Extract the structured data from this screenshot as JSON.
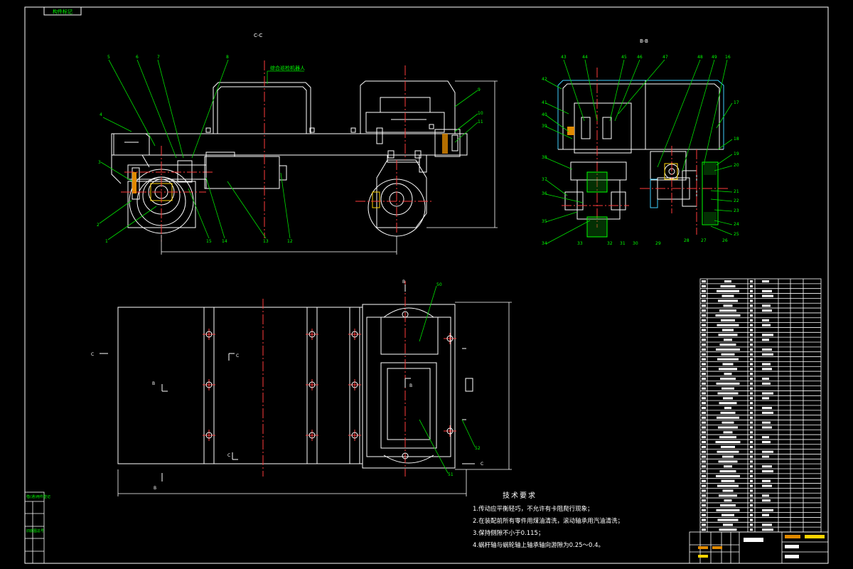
{
  "sheet": {
    "stamp_text": "构件标记",
    "view_cc_label": "C-C",
    "view_bb_label": "B-B",
    "callout_title": "综合巡检机器人",
    "section_marks": [
      "C",
      "C",
      "B",
      "B",
      "C",
      "B",
      "C",
      "B"
    ]
  },
  "cc_view_balloons": [
    "5",
    "6",
    "7",
    "8",
    "4",
    "3",
    "2",
    "1",
    "15",
    "14",
    "13",
    "12",
    "9",
    "10",
    "11"
  ],
  "bb_view_balloons": [
    "43",
    "44",
    "45",
    "46",
    "47",
    "48",
    "49",
    "16",
    "42",
    "41",
    "40",
    "39",
    "38",
    "37",
    "36",
    "35",
    "34",
    "33",
    "32",
    "31",
    "30",
    "29",
    "28",
    "27",
    "26",
    "25",
    "24",
    "23",
    "22",
    "21",
    "20",
    "19",
    "18",
    "17"
  ],
  "plan_view_balloons": [
    "50",
    "52",
    "51"
  ],
  "technical_requirements": {
    "title": "技术要求",
    "items": [
      "1.传动应平衡轻巧，不允许有卡阻爬行现象；",
      "2.在装配前所有零件用煤油清洗，滚动轴承用汽油清洗；",
      "3.保持侧隙不小于0.115；",
      "4.蜗杆轴与蜗轮轴上轴承轴向游隙为0.25～0.4。"
    ]
  },
  "left_margin_block": {
    "header": "借(通)用件登记",
    "rows": [
      "",
      "",
      "旧底图总号",
      "",
      ""
    ]
  }
}
